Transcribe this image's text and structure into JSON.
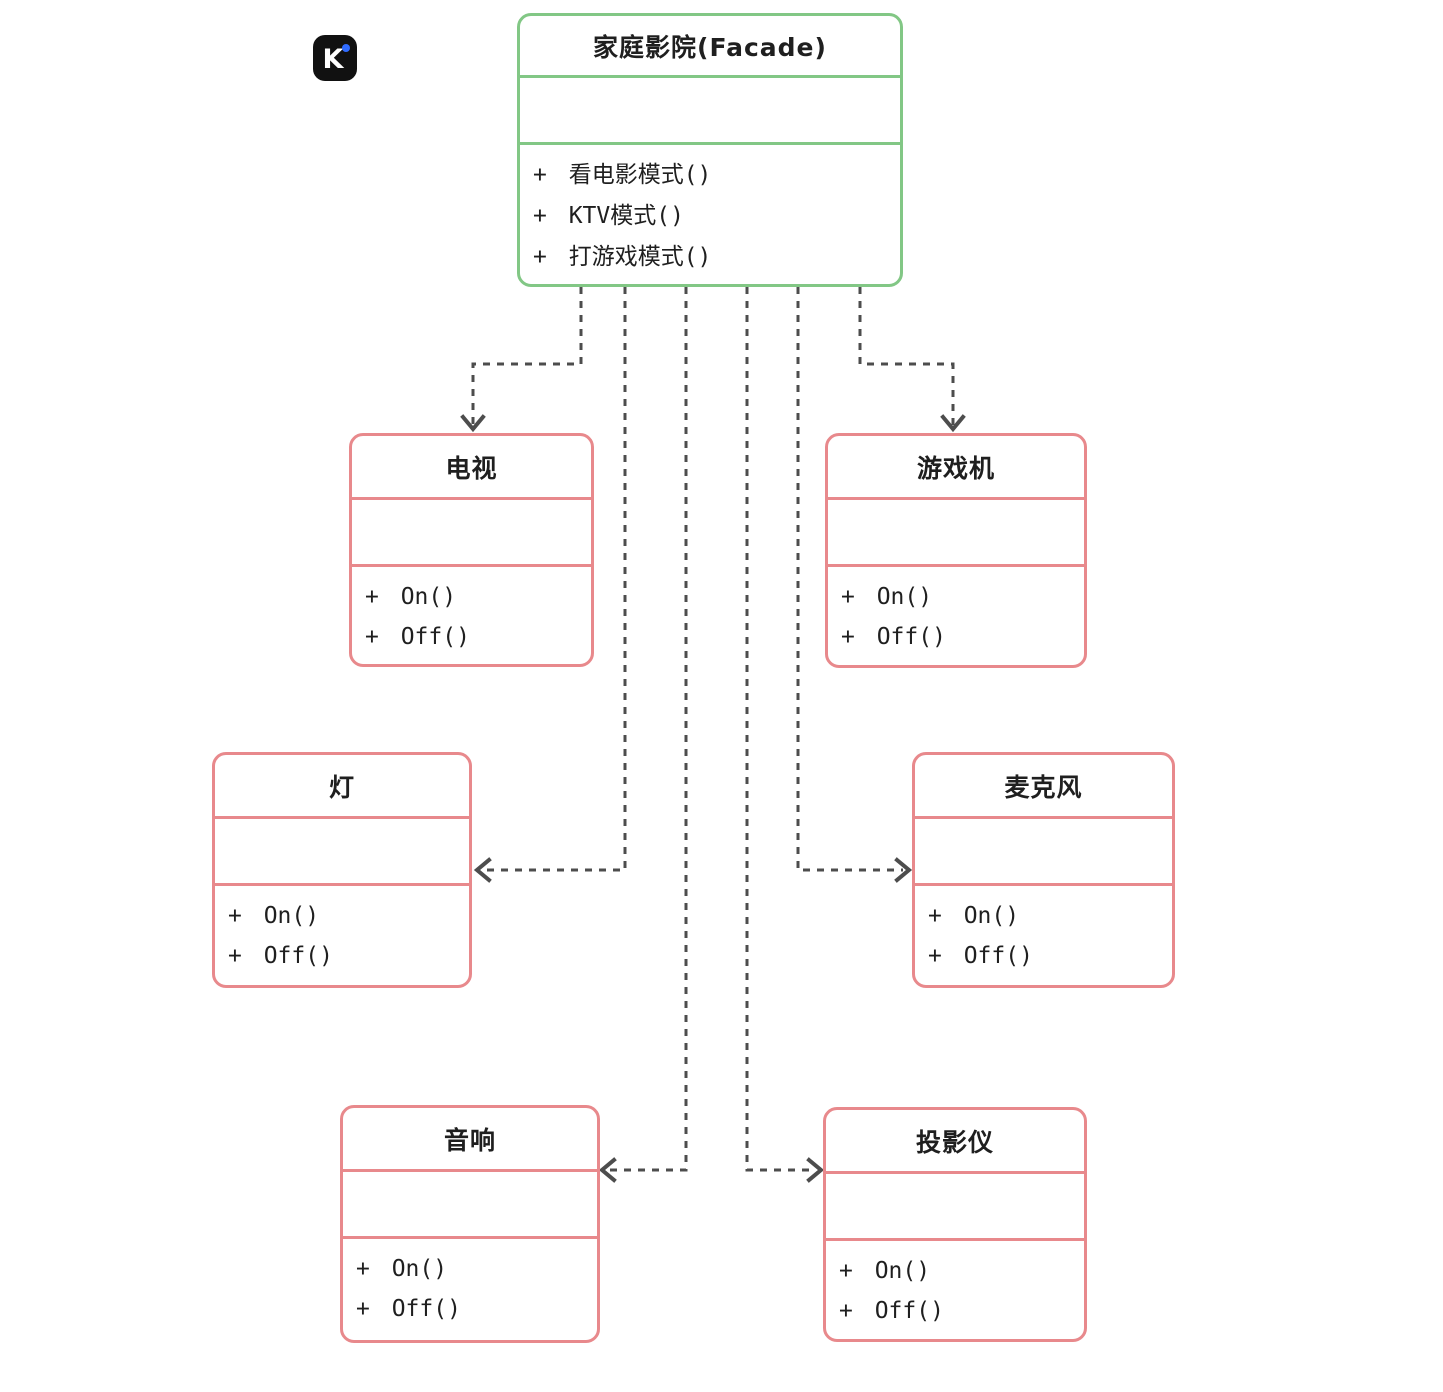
{
  "colors": {
    "facade_border": "#82c785",
    "subsystem_border": "#e8898c",
    "connector": "#4d4d4d",
    "text": "#1f1f1f",
    "logo_bg": "#111111",
    "logo_dot": "#2f6bff",
    "canvas_bg": "#ffffff"
  },
  "logo": {
    "glyph": "K"
  },
  "diagram_type": "uml-class-diagram-facade-pattern",
  "classes": [
    {
      "id": "facade",
      "title": "家庭影院(Facade)",
      "attributes": [],
      "methods": [
        "+ 看电影模式()",
        "+ KTV模式()",
        "+ 打游戏模式()"
      ]
    },
    {
      "id": "tv",
      "title": "电视",
      "attributes": [],
      "methods": [
        "+ On()",
        "+ Off()"
      ]
    },
    {
      "id": "game",
      "title": "游戏机",
      "attributes": [],
      "methods": [
        "+ On()",
        "+ Off()"
      ]
    },
    {
      "id": "light",
      "title": "灯",
      "attributes": [],
      "methods": [
        "+ On()",
        "+ Off()"
      ]
    },
    {
      "id": "mic",
      "title": "麦克风",
      "attributes": [],
      "methods": [
        "+ On()",
        "+ Off()"
      ]
    },
    {
      "id": "speaker",
      "title": "音响",
      "attributes": [],
      "methods": [
        "+ On()",
        "+ Off()"
      ]
    },
    {
      "id": "projector",
      "title": "投影仪",
      "attributes": [],
      "methods": [
        "+ On()",
        "+ Off()"
      ]
    }
  ],
  "connections": [
    {
      "from": "家庭影院(Facade)",
      "to": "电视",
      "style": "dashed-arrow"
    },
    {
      "from": "家庭影院(Facade)",
      "to": "游戏机",
      "style": "dashed-arrow"
    },
    {
      "from": "家庭影院(Facade)",
      "to": "灯",
      "style": "dashed-arrow"
    },
    {
      "from": "家庭影院(Facade)",
      "to": "麦克风",
      "style": "dashed-arrow"
    },
    {
      "from": "家庭影院(Facade)",
      "to": "音响",
      "style": "dashed-arrow"
    },
    {
      "from": "家庭影院(Facade)",
      "to": "投影仪",
      "style": "dashed-arrow"
    }
  ]
}
